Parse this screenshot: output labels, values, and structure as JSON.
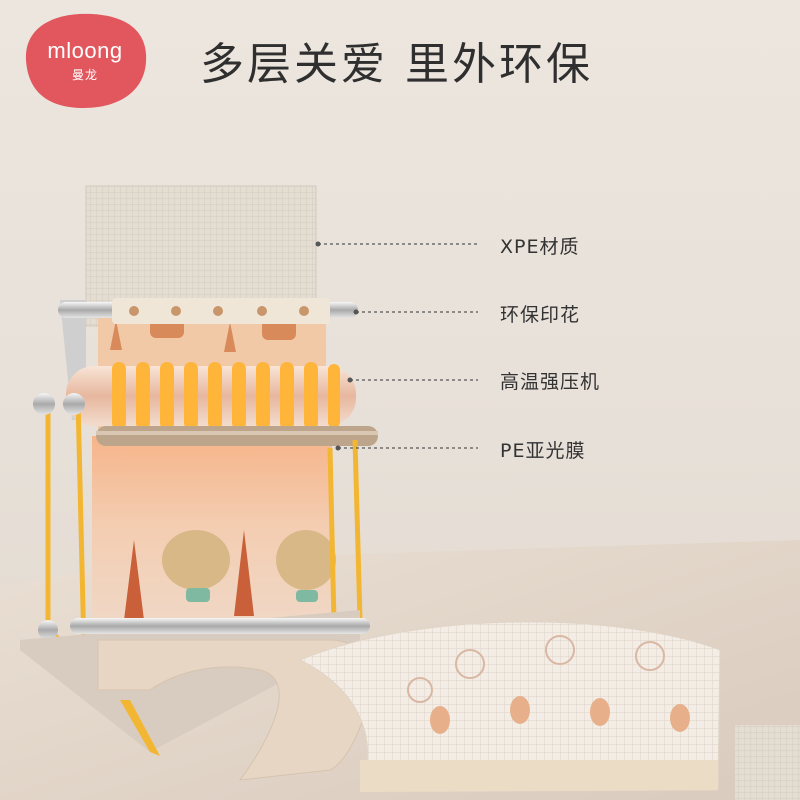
{
  "brand": {
    "name": "mloong",
    "name_cn": "曼龙",
    "color": "#e2575e"
  },
  "headline": "多层关爱  里外环保",
  "layers": [
    {
      "label": "XPE材质"
    },
    {
      "label": "环保印花"
    },
    {
      "label": "高温强压机"
    },
    {
      "label": "PE亚光膜"
    }
  ],
  "colors": {
    "accent": "#f2b632",
    "roller_glow": "#ffb43a",
    "mat": "#f1d8c6"
  }
}
